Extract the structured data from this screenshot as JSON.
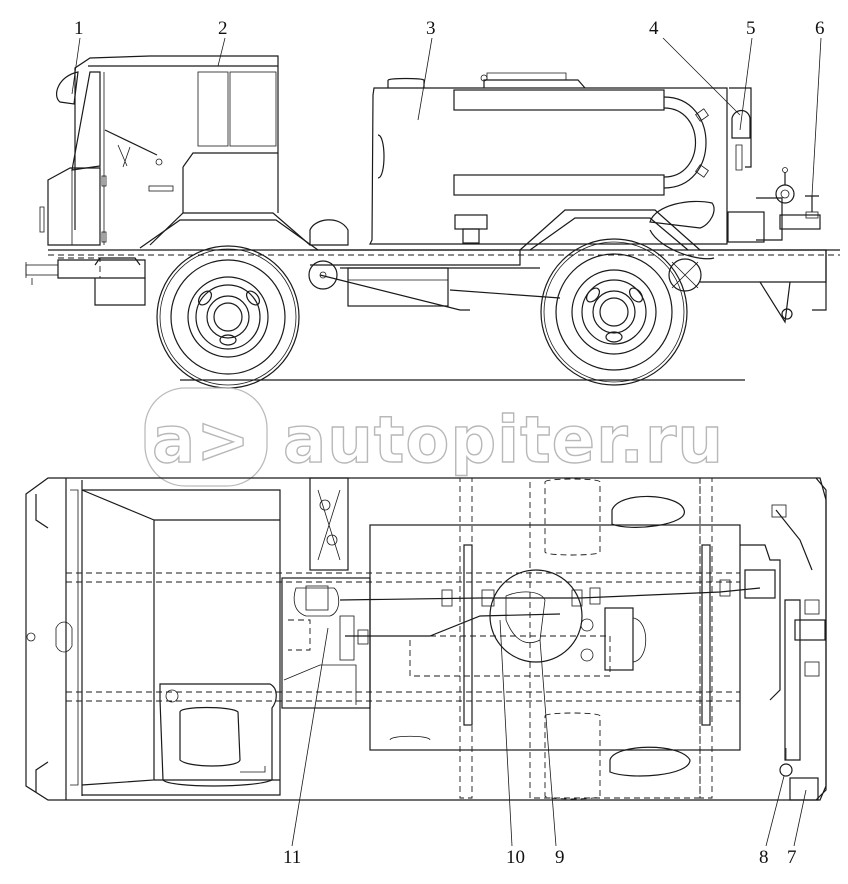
{
  "figure": {
    "title": "Tanker truck general arrangement — side view and top (plan) view",
    "views": [
      "side-view",
      "top-view"
    ]
  },
  "callouts": [
    {
      "id": "1",
      "label": "1"
    },
    {
      "id": "2",
      "label": "2"
    },
    {
      "id": "3",
      "label": "3"
    },
    {
      "id": "4",
      "label": "4"
    },
    {
      "id": "5",
      "label": "5"
    },
    {
      "id": "6",
      "label": "6"
    },
    {
      "id": "7",
      "label": "7"
    },
    {
      "id": "8",
      "label": "8"
    },
    {
      "id": "9",
      "label": "9"
    },
    {
      "id": "10",
      "label": "10"
    },
    {
      "id": "11",
      "label": "11"
    }
  ],
  "watermark": {
    "logo_text": "a>",
    "text": "autopiter.ru"
  },
  "colors": {
    "line": "#1a1a1a",
    "watermark": "#b5b5b5",
    "background": "#ffffff"
  }
}
